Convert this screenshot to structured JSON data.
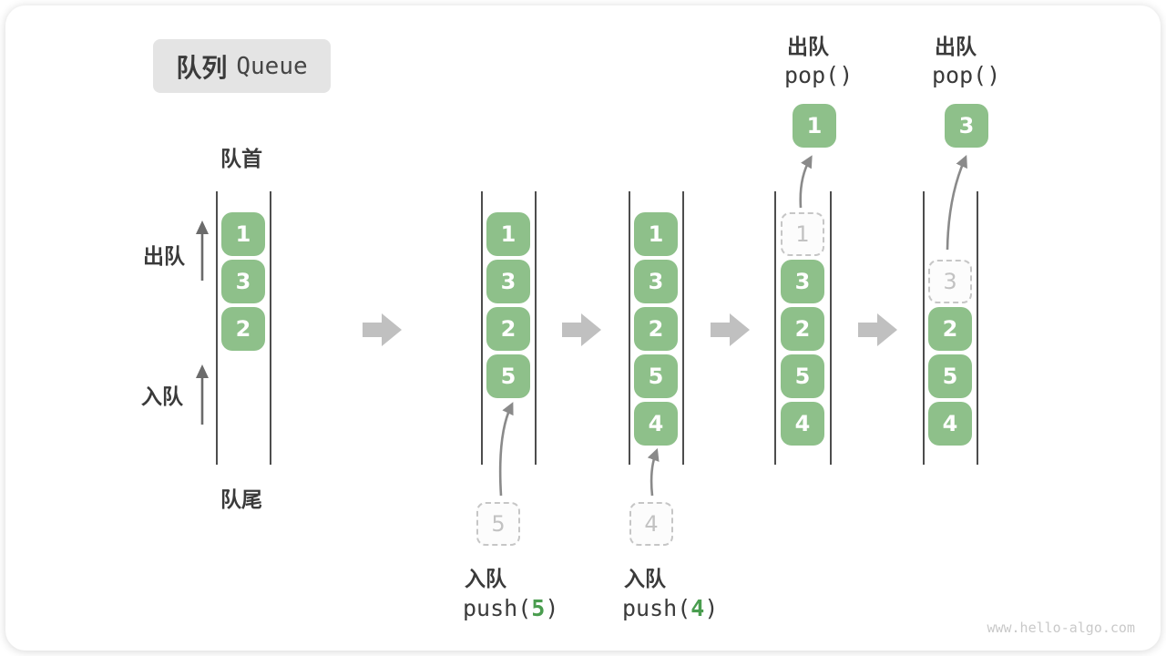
{
  "title": {
    "zh": "队列",
    "en": "Queue"
  },
  "labels": {
    "front": "队首",
    "rear": "队尾",
    "dequeue": "出队",
    "enqueue": "入队"
  },
  "operations": {
    "push5": {
      "name": "入队",
      "pre": "push(",
      "arg": "5",
      "post": ")"
    },
    "push4": {
      "name": "入队",
      "pre": "push(",
      "arg": "4",
      "post": ")"
    },
    "pop1": {
      "name": "出队",
      "fn": "pop()"
    },
    "pop2": {
      "name": "出队",
      "fn": "pop()"
    }
  },
  "states": [
    {
      "cells": [
        "1",
        "3",
        "2"
      ]
    },
    {
      "cells": [
        "1",
        "3",
        "2",
        "5"
      ],
      "incoming": "5"
    },
    {
      "cells": [
        "1",
        "3",
        "2",
        "5",
        "4"
      ],
      "incoming": "4"
    },
    {
      "cells": [
        "3",
        "2",
        "5",
        "4"
      ],
      "removed": "1",
      "popped": "1"
    },
    {
      "cells": [
        "2",
        "5",
        "4"
      ],
      "removed": "3",
      "popped": "3"
    }
  ],
  "colors": {
    "cell_green": "#8EC08A",
    "accent_green": "#4A9D4F",
    "block_arrow_gray": "#C0C0C0",
    "line_dark": "#4D4D4D"
  },
  "watermark": "www.hello-algo.com"
}
